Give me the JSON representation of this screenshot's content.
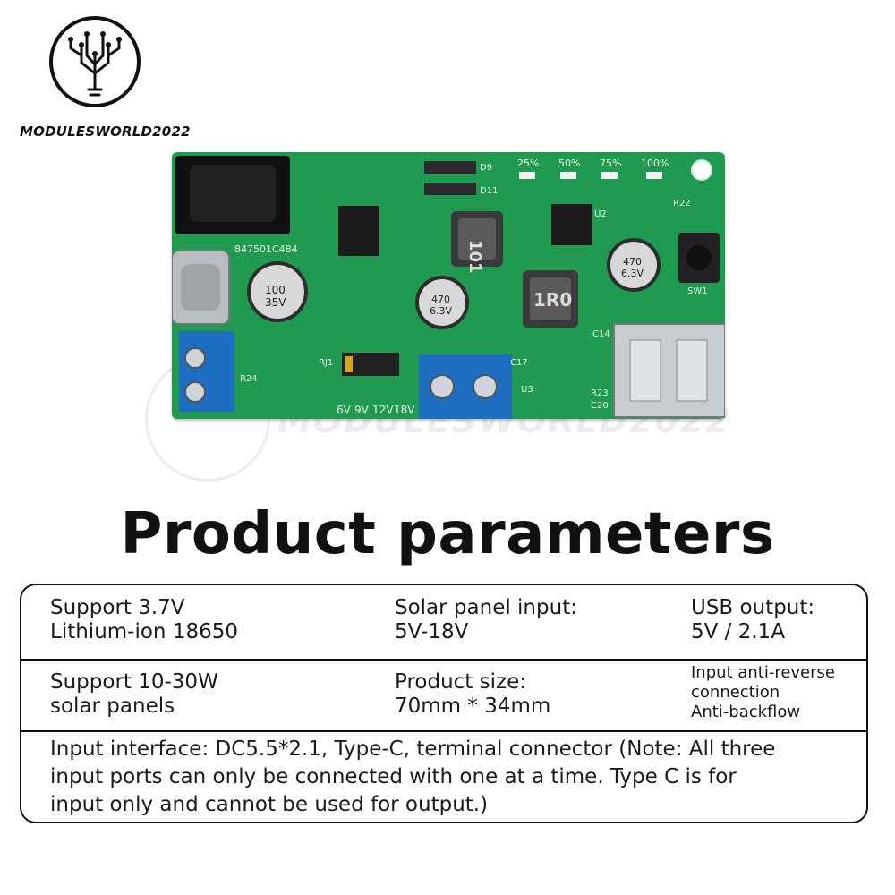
{
  "brand": {
    "name": "MODULESWORLD2022",
    "watermark": "MODULESWORLD2022"
  },
  "board": {
    "labels": [
      "25%",
      "50%",
      "75%",
      "100%",
      "D9",
      "D11",
      "847501C484",
      "RJ1",
      "SW1",
      "U2",
      "U3",
      "R22",
      "R23",
      "C14",
      "C20",
      "C17",
      "R24"
    ],
    "voltage_labels": [
      "6V",
      "9V",
      "12V",
      "18V"
    ],
    "inductors": [
      "101",
      "1R0"
    ],
    "capacitors": [
      {
        "value": "100",
        "rating": "35V"
      },
      {
        "value": "470",
        "rating": "6.3V"
      },
      {
        "value": "470",
        "rating": "6.3V"
      }
    ]
  },
  "title": "Product parameters",
  "params": {
    "row1": {
      "c1": [
        "Support 3.7V",
        "Lithium-ion 18650"
      ],
      "c2": [
        "Solar panel input:",
        "5V-18V"
      ],
      "c3": [
        "USB output:",
        "5V / 2.1A"
      ]
    },
    "row2": {
      "c1": [
        "Support 10-30W",
        "solar panels"
      ],
      "c2": [
        "Product size:",
        "70mm * 34mm"
      ],
      "c3": [
        "Input anti-reverse",
        "connection",
        "Anti-backflow"
      ]
    },
    "row3": [
      "Input interface: DC5.5*2.1, Type-C, terminal connector (Note: All three",
      "input ports can only be connected with one at a time. Type C is for",
      "input only and cannot be used for output.)"
    ]
  }
}
